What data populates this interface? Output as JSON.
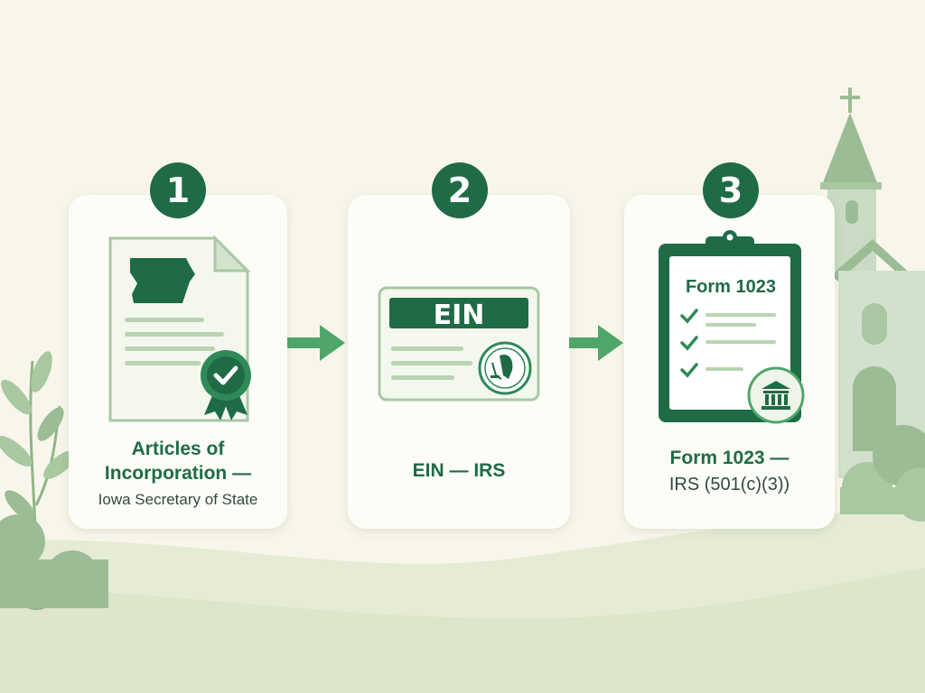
{
  "steps": [
    {
      "number": "1",
      "title_line1": "Articles of",
      "title_line2": "Incorporation —",
      "subtitle": "Iowa Secretary of State",
      "icon": "articles-of-incorporation-document-icon"
    },
    {
      "number": "2",
      "title": "EIN — IRS",
      "card_label": "EIN",
      "icon": "ein-card-icon"
    },
    {
      "number": "3",
      "title_line1": "Form 1023 —",
      "title_line2": "IRS (501(c)(3))",
      "clipboard_label": "Form 1023",
      "icon": "form-1023-clipboard-icon"
    }
  ],
  "colors": {
    "primary": "#1f6b45",
    "accent": "#4ea66a",
    "light_green": "#b9d3b3",
    "background": "#f8f6ea",
    "card": "#fdfdf8"
  }
}
